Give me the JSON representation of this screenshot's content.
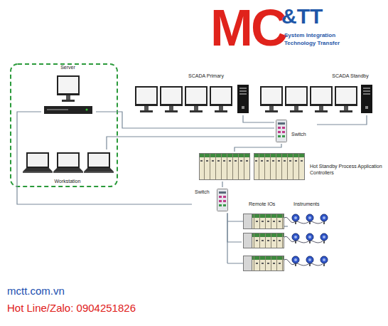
{
  "diagram": {
    "nodes": [
      {
        "text": [
          "Server"
        ]
      },
      {
        "text": [
          "Workstation"
        ]
      },
      {
        "text": [
          "SCADA Primary"
        ]
      },
      {
        "text": [
          "SCADA Standby"
        ]
      },
      {
        "text": [
          "Switch"
        ]
      },
      {
        "text": [
          "Hot Standby Process Application Controllers"
        ]
      },
      {
        "text": [
          "Switch"
        ]
      },
      {
        "text": [
          "Remote IOs"
        ]
      },
      {
        "text": [
          "Instruments"
        ]
      }
    ],
    "edges": [
      {
        "from": 0,
        "to": 4,
        "arrow": "none"
      },
      {
        "from": 1,
        "to": 4,
        "arrow": "none"
      },
      {
        "from": 2,
        "to": 4,
        "arrow": "none"
      },
      {
        "from": 3,
        "to": 4,
        "arrow": "none"
      },
      {
        "from": 4,
        "to": 5,
        "arrow": "none"
      },
      {
        "from": 0,
        "to": 6,
        "arrow": "none"
      },
      {
        "from": 5,
        "to": 6,
        "arrow": "none"
      },
      {
        "from": 6,
        "to": 7,
        "arrow": "none"
      },
      {
        "from": 7,
        "to": 8,
        "arrow": "none"
      }
    ],
    "labels": [
      "MC",
      "&TT",
      "System Integration",
      "Technology Transfer",
      "mctt.com.vn",
      "Hot Line/Zalo: 0904251826"
    ]
  }
}
